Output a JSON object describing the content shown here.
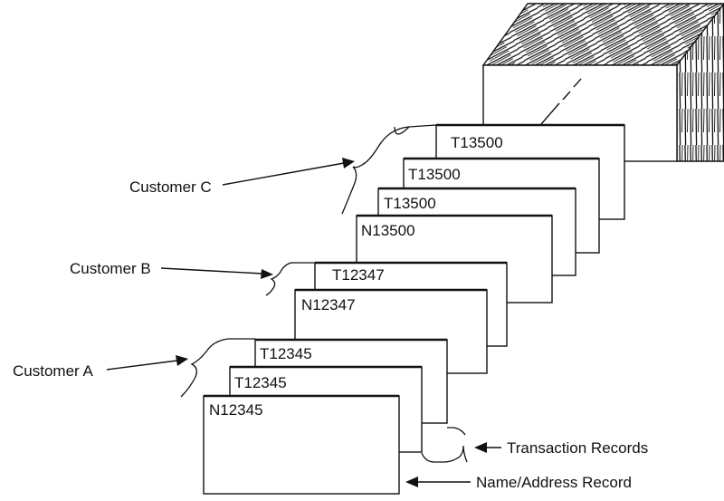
{
  "customers": [
    {
      "label": "Customer C",
      "records": [
        "T13500",
        "T13500",
        "T13500",
        "N13500"
      ]
    },
    {
      "label": "Customer B",
      "records": [
        "T12347",
        "N12347"
      ]
    },
    {
      "label": "Customer A",
      "records": [
        "T12345",
        "T12345",
        "N12345"
      ]
    }
  ],
  "legend": {
    "transaction": "Transaction Records",
    "name_address": "Name/Address Record"
  }
}
